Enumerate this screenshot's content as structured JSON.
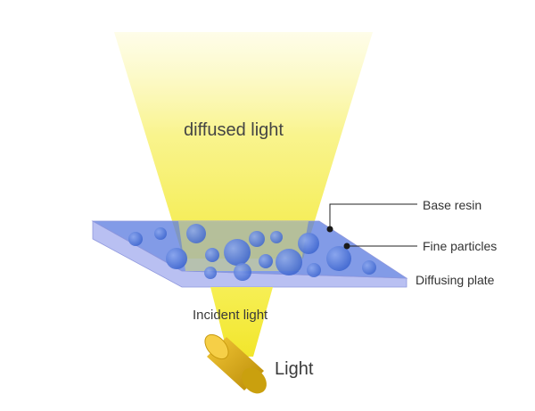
{
  "labels": {
    "diffused_light": "diffused light",
    "base_resin": "Base resin",
    "fine_particles": "Fine particles",
    "diffusing_plate": "Diffusing plate",
    "incident_light": "Incident light",
    "light": "Light"
  },
  "colors": {
    "light_beam": "#f7f06a",
    "plate_top": "#5f7fe0",
    "plate_side": "#b9c0f2",
    "particle": "#4f78d8",
    "light_source": "#d9a90d"
  }
}
